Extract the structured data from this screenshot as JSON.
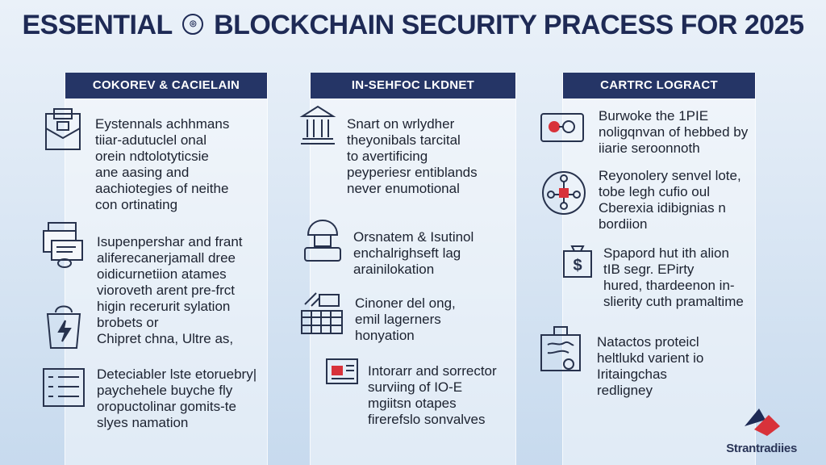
{
  "header": {
    "title_left": "ESSENTIAL",
    "title_right": "BLOCKCHAIN SECURITY PRACESS FOR 2025"
  },
  "columns": [
    {
      "heading": "COKOREV & CACIELAIN",
      "items": [
        {
          "icon": "document-folder-icon",
          "text": "Eystennals achhmans\ntiiar-adutuclel onal\norein ndtolotyticsie\nane aasing and\naachiotegies of neithe\ncon ortinating"
        },
        {
          "icon": "stacked-documents-icon",
          "text": "Isupenpershar and frant\naliferecanerjamall dree\noidicurnetiion atames\nvioroveth arent pre-frct\nhigin recerurit sylation\nbrobets or\nChipret chna, Ultre as,"
        },
        {
          "icon": "lightning-bag-icon",
          "text": ""
        },
        {
          "icon": "checklist-form-icon",
          "text": "Deteciabler lste etoruebry|\npaychehele buyche fly\noropuctolinar gomits-te\nslyes namation"
        }
      ]
    },
    {
      "heading": "IN-SEHFOC LKDNET",
      "items": [
        {
          "icon": "bank-building-icon",
          "text": "Snart on wrlydher\ntheyonibals tarcital\nto avertificing\npeyperiesr entiblands\nnever enumotional"
        },
        {
          "icon": "lamp-device-icon",
          "text": "Orsnatem & Isutinol\nenchalrighseft lag\narainilokation"
        },
        {
          "icon": "toolbox-icon",
          "text": "Cinoner del ong,\nemil lagerners\nhonyation"
        },
        {
          "icon": "chart-screen-icon",
          "text": "Intorarr and sorrector\nsurviing of IO-E\nmgiitsn otapes\nfirerefslo sonvalves"
        }
      ]
    },
    {
      "heading": "CARTRC LOGRACT",
      "items": [
        {
          "icon": "wallet-exchange-icon",
          "text": "Burwoke the 1PIE\nnoligqnvan of hebbed by\niiarie seroonnoth"
        },
        {
          "icon": "network-circle-icon",
          "text": "Reyonolery senvel lote,\ntobe legh cufio oul\nCberexia idibignias n\nbordiion"
        },
        {
          "icon": "dollar-bag-icon",
          "text": "Spapord hut ith alion\ntIB segr. EPirty\nhured, thardeenon in-\nslierity cuth pramaltime"
        },
        {
          "icon": "world-shield-bag-icon",
          "text": "Natactos proteicl\nheltlukd varient io\nIritaingchas\nredligney"
        }
      ]
    }
  ],
  "brand": {
    "name": "Strantradiies"
  },
  "colors": {
    "header_bar": "#253566",
    "title": "#1e2a55",
    "accent_red": "#d8323a"
  }
}
